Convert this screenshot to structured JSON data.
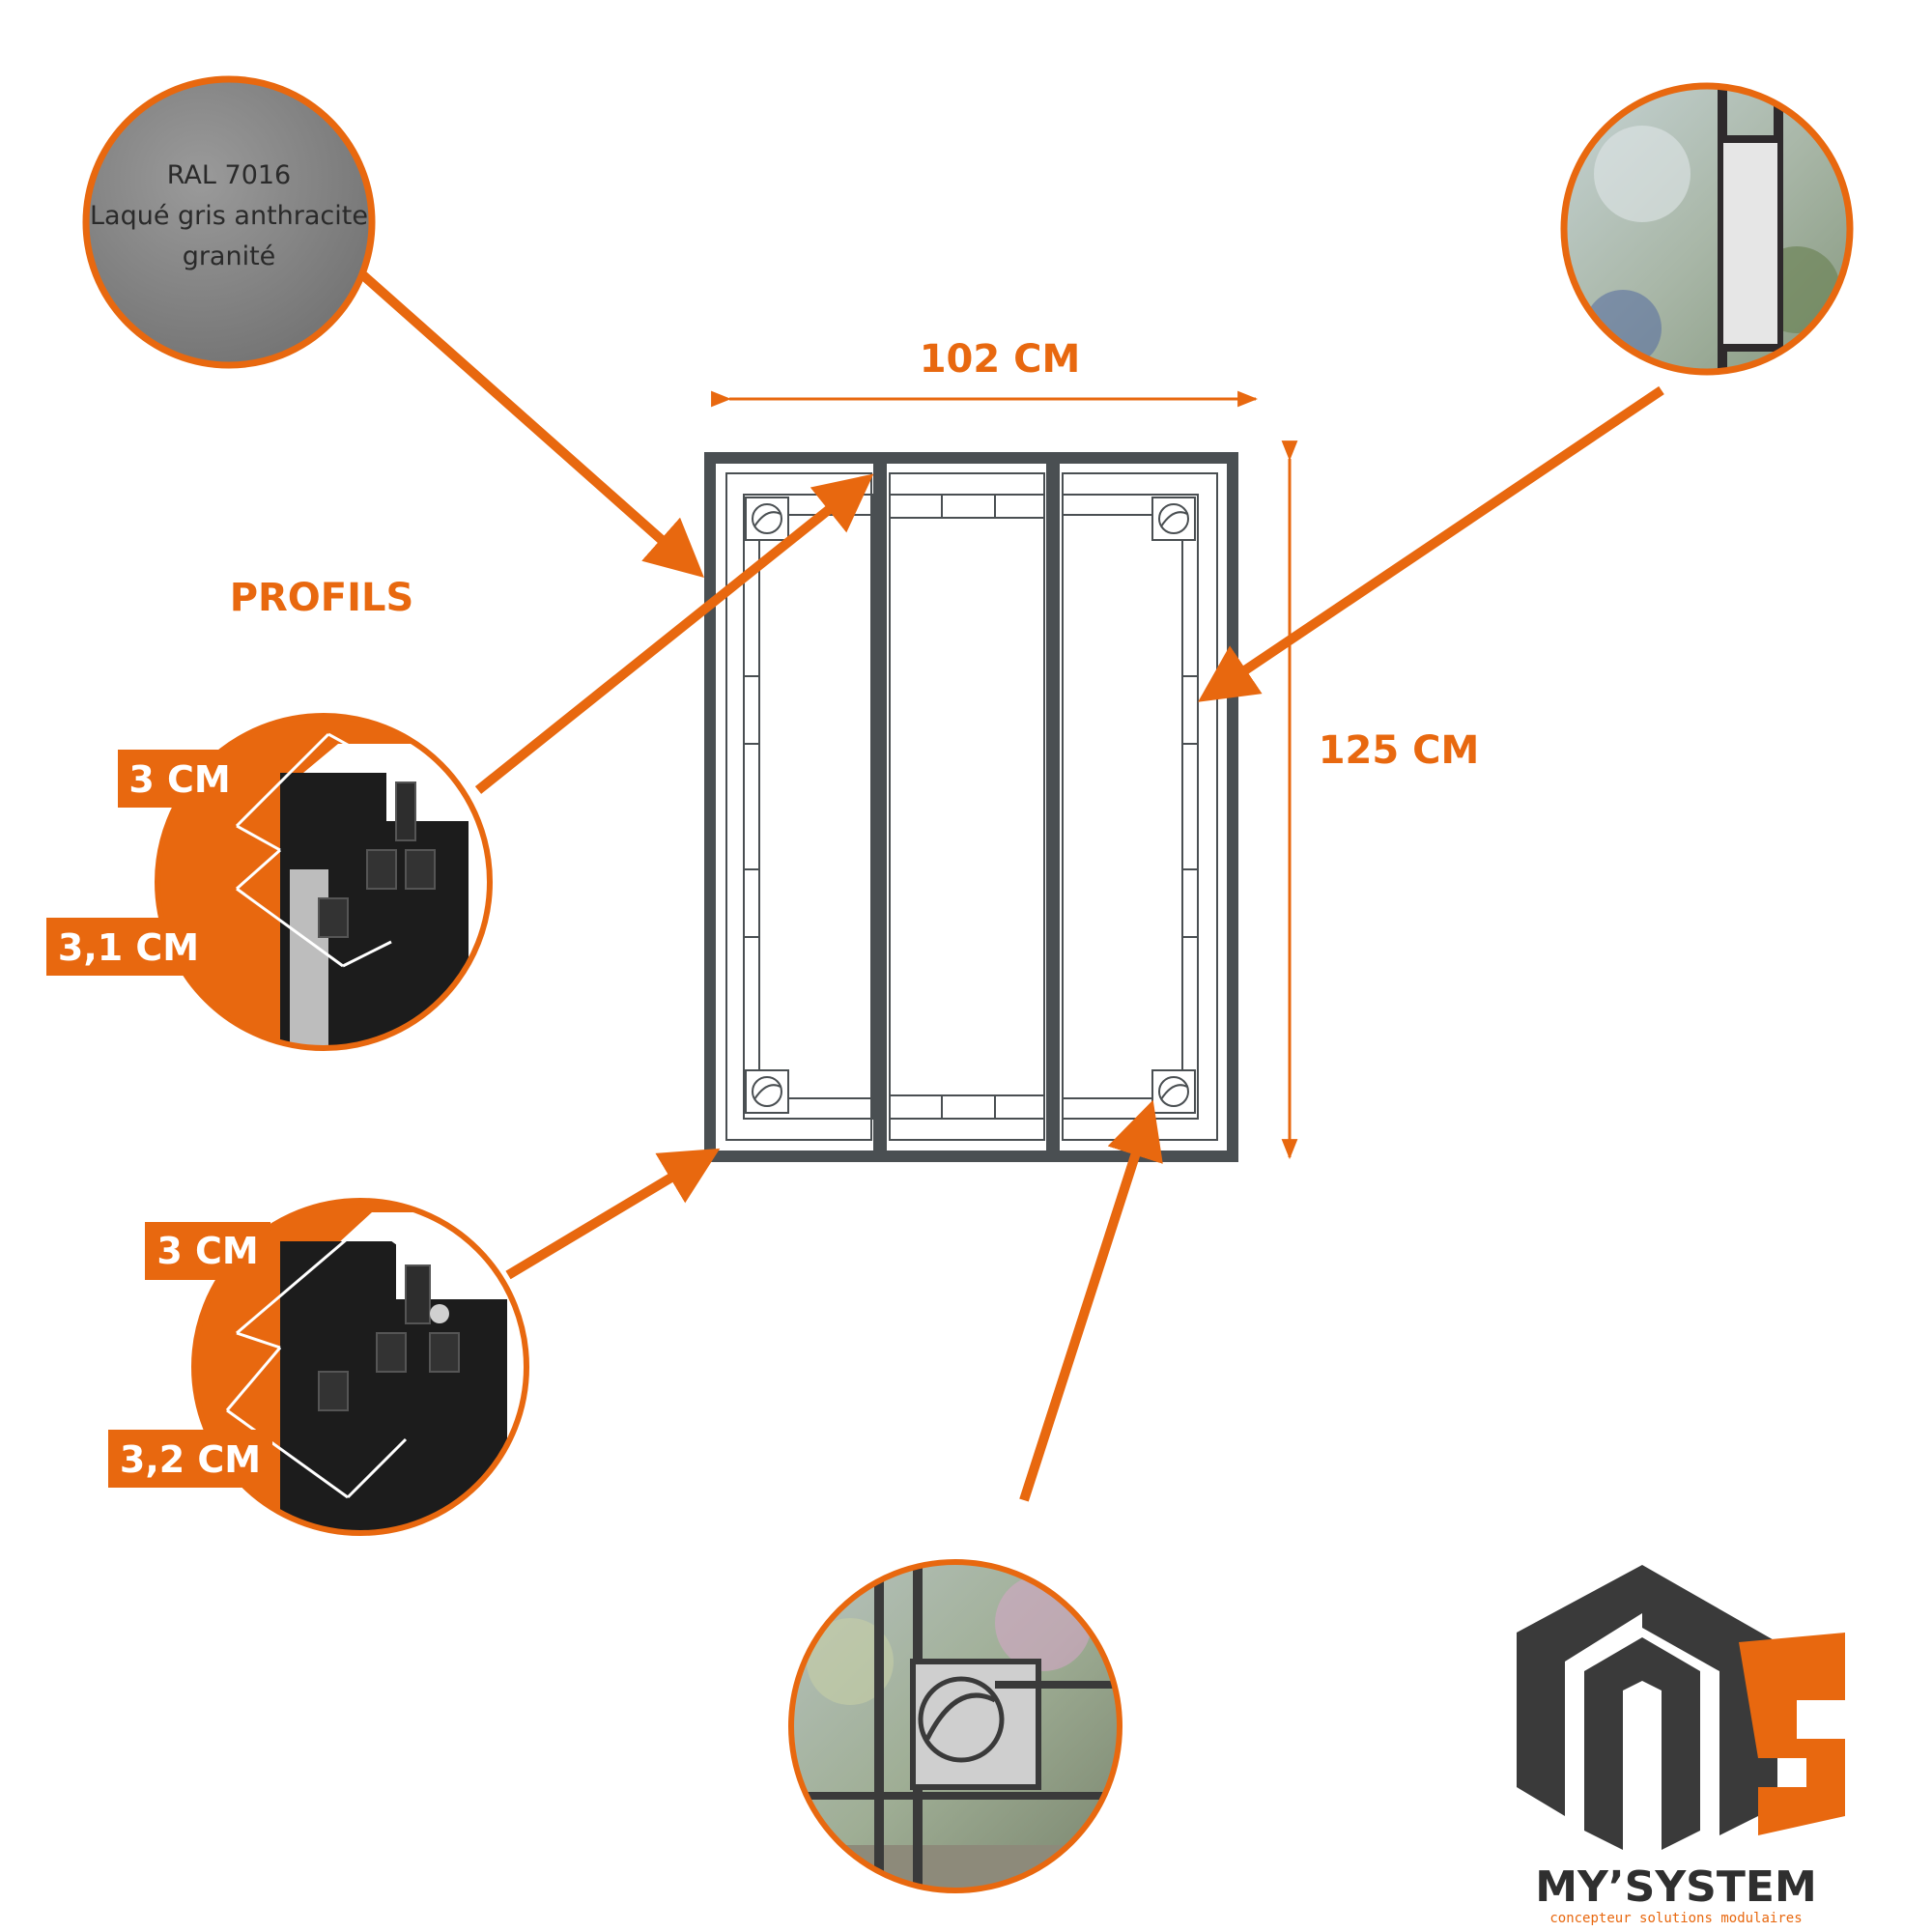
{
  "colors": {
    "accent": "#e8680f",
    "frame": "#4a4f52",
    "dark": "#1c1c1c",
    "swatch": "#8a8a8a"
  },
  "swatch": {
    "line1": "RAL 7016",
    "line2": "Laqué gris anthracite",
    "line3": "granité"
  },
  "dimensions": {
    "width": "102 CM",
    "height": "125 CM"
  },
  "profiles": {
    "title": "PROFILS",
    "top": {
      "a": "3 CM",
      "b": "3,1 CM"
    },
    "bottom": {
      "a": "3 CM",
      "b": "3,2 CM"
    }
  },
  "brand": {
    "name": "MY’SYSTEM",
    "tagline": "concepteur solutions modulaires"
  },
  "icons": [
    "color-swatch-icon",
    "profile-section-icon",
    "detail-photo-icon",
    "brand-logo-icon"
  ]
}
